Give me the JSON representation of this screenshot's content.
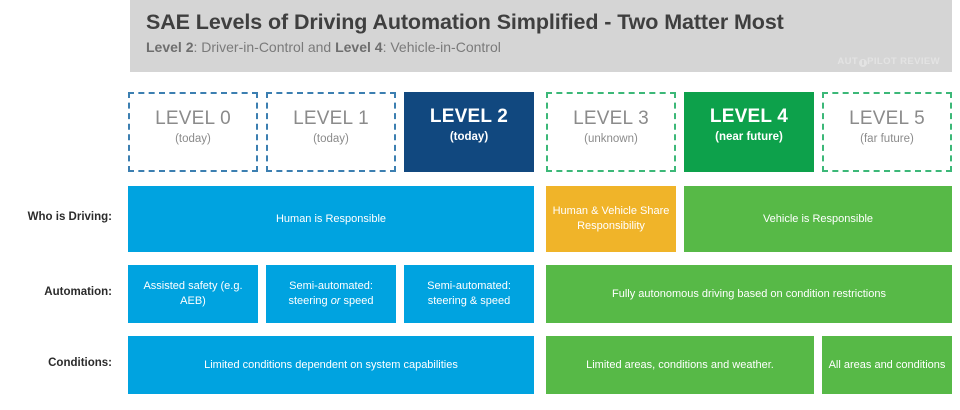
{
  "header": {
    "title": "SAE Levels of Driving Automation Simplified - Two Matter Most",
    "subtitle_pre": "Level 2",
    "subtitle_mid": ": Driver-in-Control and ",
    "subtitle_bold2": "Level 4",
    "subtitle_end": ": Vehicle-in-Control",
    "brand_pre": "AUT",
    "brand_post": "PILOT REVIEW",
    "bg_color": "#d5d5d5"
  },
  "levels": [
    {
      "name": "LEVEL 0",
      "sub": "(today)",
      "style": "dash-blue"
    },
    {
      "name": "LEVEL 1",
      "sub": "(today)",
      "style": "dash-blue"
    },
    {
      "name": "LEVEL 2",
      "sub": "(today)",
      "style": "solid-blue"
    },
    {
      "name": "LEVEL 3",
      "sub": "(unknown)",
      "style": "dash-green"
    },
    {
      "name": "LEVEL 4",
      "sub": "(near future)",
      "style": "solid-green"
    },
    {
      "name": "LEVEL 5",
      "sub": "(far future)",
      "style": "dash-green"
    }
  ],
  "rows": [
    {
      "label": "Who is Driving:",
      "cells": [
        {
          "text": "Human is Responsible",
          "color": "#00a3e0"
        },
        {
          "text": "Human & Vehicle Share Responsibility",
          "color": "#f0b429"
        },
        {
          "text": "Vehicle is Responsible",
          "color": "#57b947"
        }
      ]
    },
    {
      "label": "Automation:",
      "cells": [
        {
          "text": "Assisted safety (e.g. AEB)",
          "color": "#00a3e0"
        },
        {
          "text": "Semi-automated: steering or speed",
          "color": "#00a3e0"
        },
        {
          "text": "Semi-automated: steering & speed",
          "color": "#00a3e0"
        },
        {
          "text": "Fully autonomous driving based on condition restrictions",
          "color": "#57b947"
        }
      ]
    },
    {
      "label": "Conditions:",
      "cells": [
        {
          "text": "Limited conditions dependent on system capabilities",
          "color": "#00a3e0"
        },
        {
          "text": "Limited areas, conditions and weather.",
          "color": "#57b947"
        },
        {
          "text": "All areas and conditions",
          "color": "#57b947"
        }
      ]
    }
  ],
  "palette": {
    "blue": "#00a3e0",
    "green": "#57b947",
    "amber": "#f0b429",
    "dark_blue": "#11487f",
    "dark_green": "#0da14b",
    "header_gray": "#d5d5d5"
  }
}
